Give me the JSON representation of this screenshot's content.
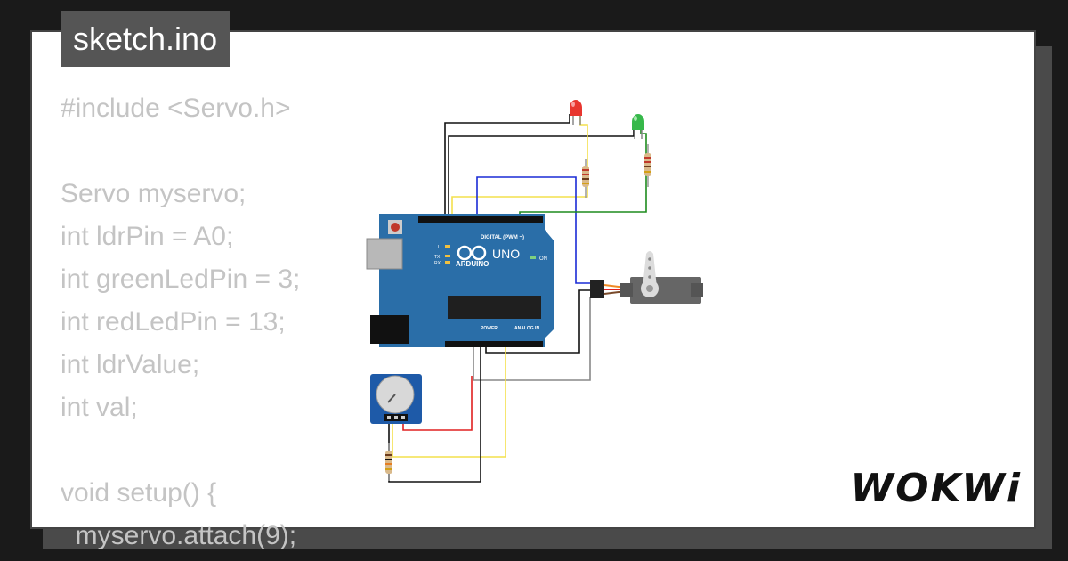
{
  "file": {
    "title": "sketch.ino"
  },
  "code_lines": [
    "#include <Servo.h>",
    "",
    "Servo myservo;",
    "int ldrPin = A0;",
    "int greenLedPin = 3;",
    "int redLedPin = 13;",
    "int ldrValue;",
    "int val;",
    "",
    "void setup() {",
    "  myservo.attach(9);"
  ],
  "board": {
    "name": "UNO",
    "brand": "ARDUINO",
    "digital_label": "DIGITAL (PWM ~)",
    "power_label": "POWER",
    "analog_label": "ANALOG IN",
    "on_label": "ON",
    "l_label": "L",
    "tx_label": "TX",
    "rx_label": "RX"
  },
  "brand_logo": {
    "text": "WOKWi"
  },
  "colors": {
    "board": "#2a6ea8",
    "wire_black": "#111111",
    "wire_yellow": "#f4e04d",
    "wire_blue": "#1a2bd6",
    "wire_green": "#1e8c1e",
    "wire_red": "#e02020",
    "wire_gray": "#888888",
    "led_red": "#e8362f",
    "led_green": "#36b84a"
  }
}
